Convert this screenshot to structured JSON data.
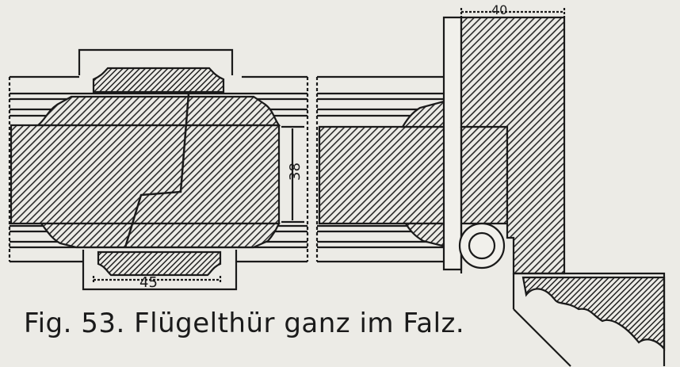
{
  "figure": {
    "caption": "Fig. 53. Flügelthür ganz im Falz.",
    "dimensions": {
      "top": "40",
      "vertical": "38",
      "bottom": "45"
    }
  },
  "colors": {
    "background": "#ecebe6",
    "ink": "#1a1a1a",
    "hatch_fill": "#5c5c5c",
    "frame_fill": "#f1f0eb"
  }
}
